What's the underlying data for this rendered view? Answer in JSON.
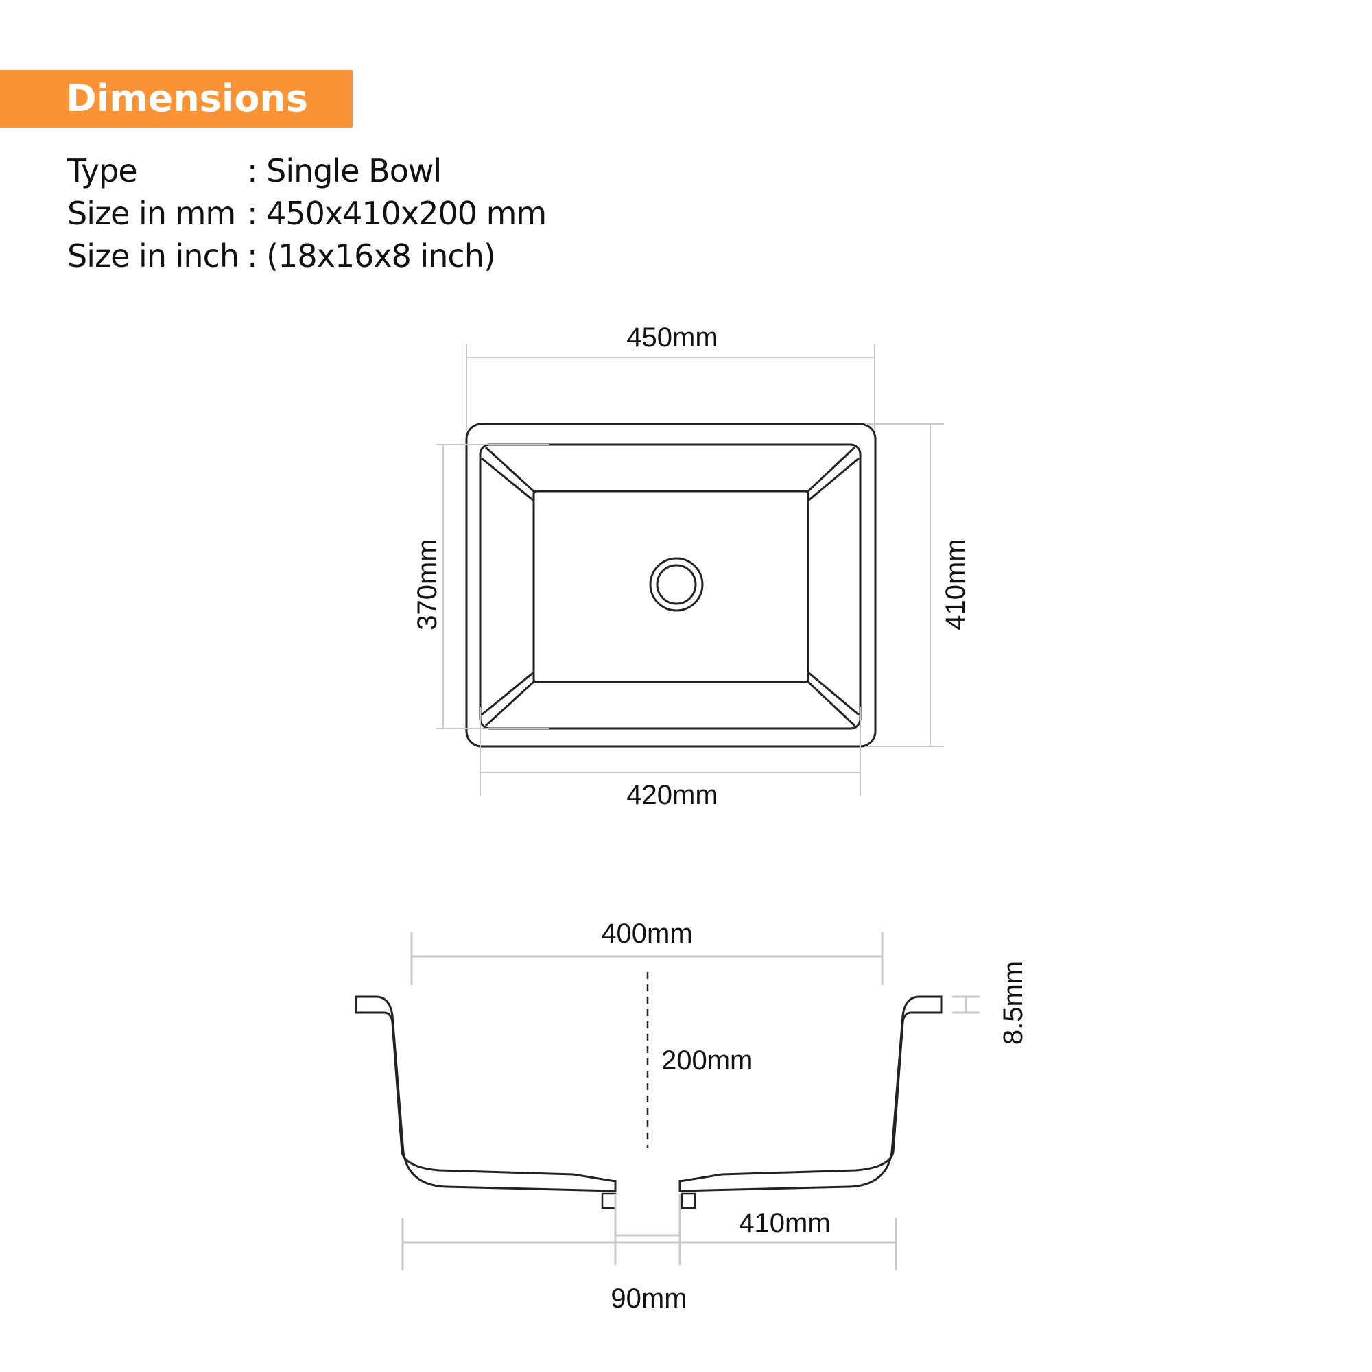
{
  "header": {
    "title": "Dimensions",
    "accent_color": "#fb9334"
  },
  "specs": [
    {
      "label": "Type",
      "value": ": Single Bowl"
    },
    {
      "label": "Size in mm",
      "value": ": 450x410x200 mm"
    },
    {
      "label": "Size in inch",
      "value": ": (18x16x8 inch)"
    }
  ],
  "top_view": {
    "outer_width": "450mm",
    "outer_depth": "410mm",
    "inner_width": "420mm",
    "inner_depth": "370mm"
  },
  "section_view": {
    "top_opening": "400mm",
    "bowl_depth": "200mm",
    "flange_thickness": "8.5mm",
    "bottom_width": "410mm",
    "drain_width": "90mm"
  },
  "colors": {
    "line": "#222222",
    "dimension_line": "#c8c8c8",
    "text": "#111111"
  }
}
